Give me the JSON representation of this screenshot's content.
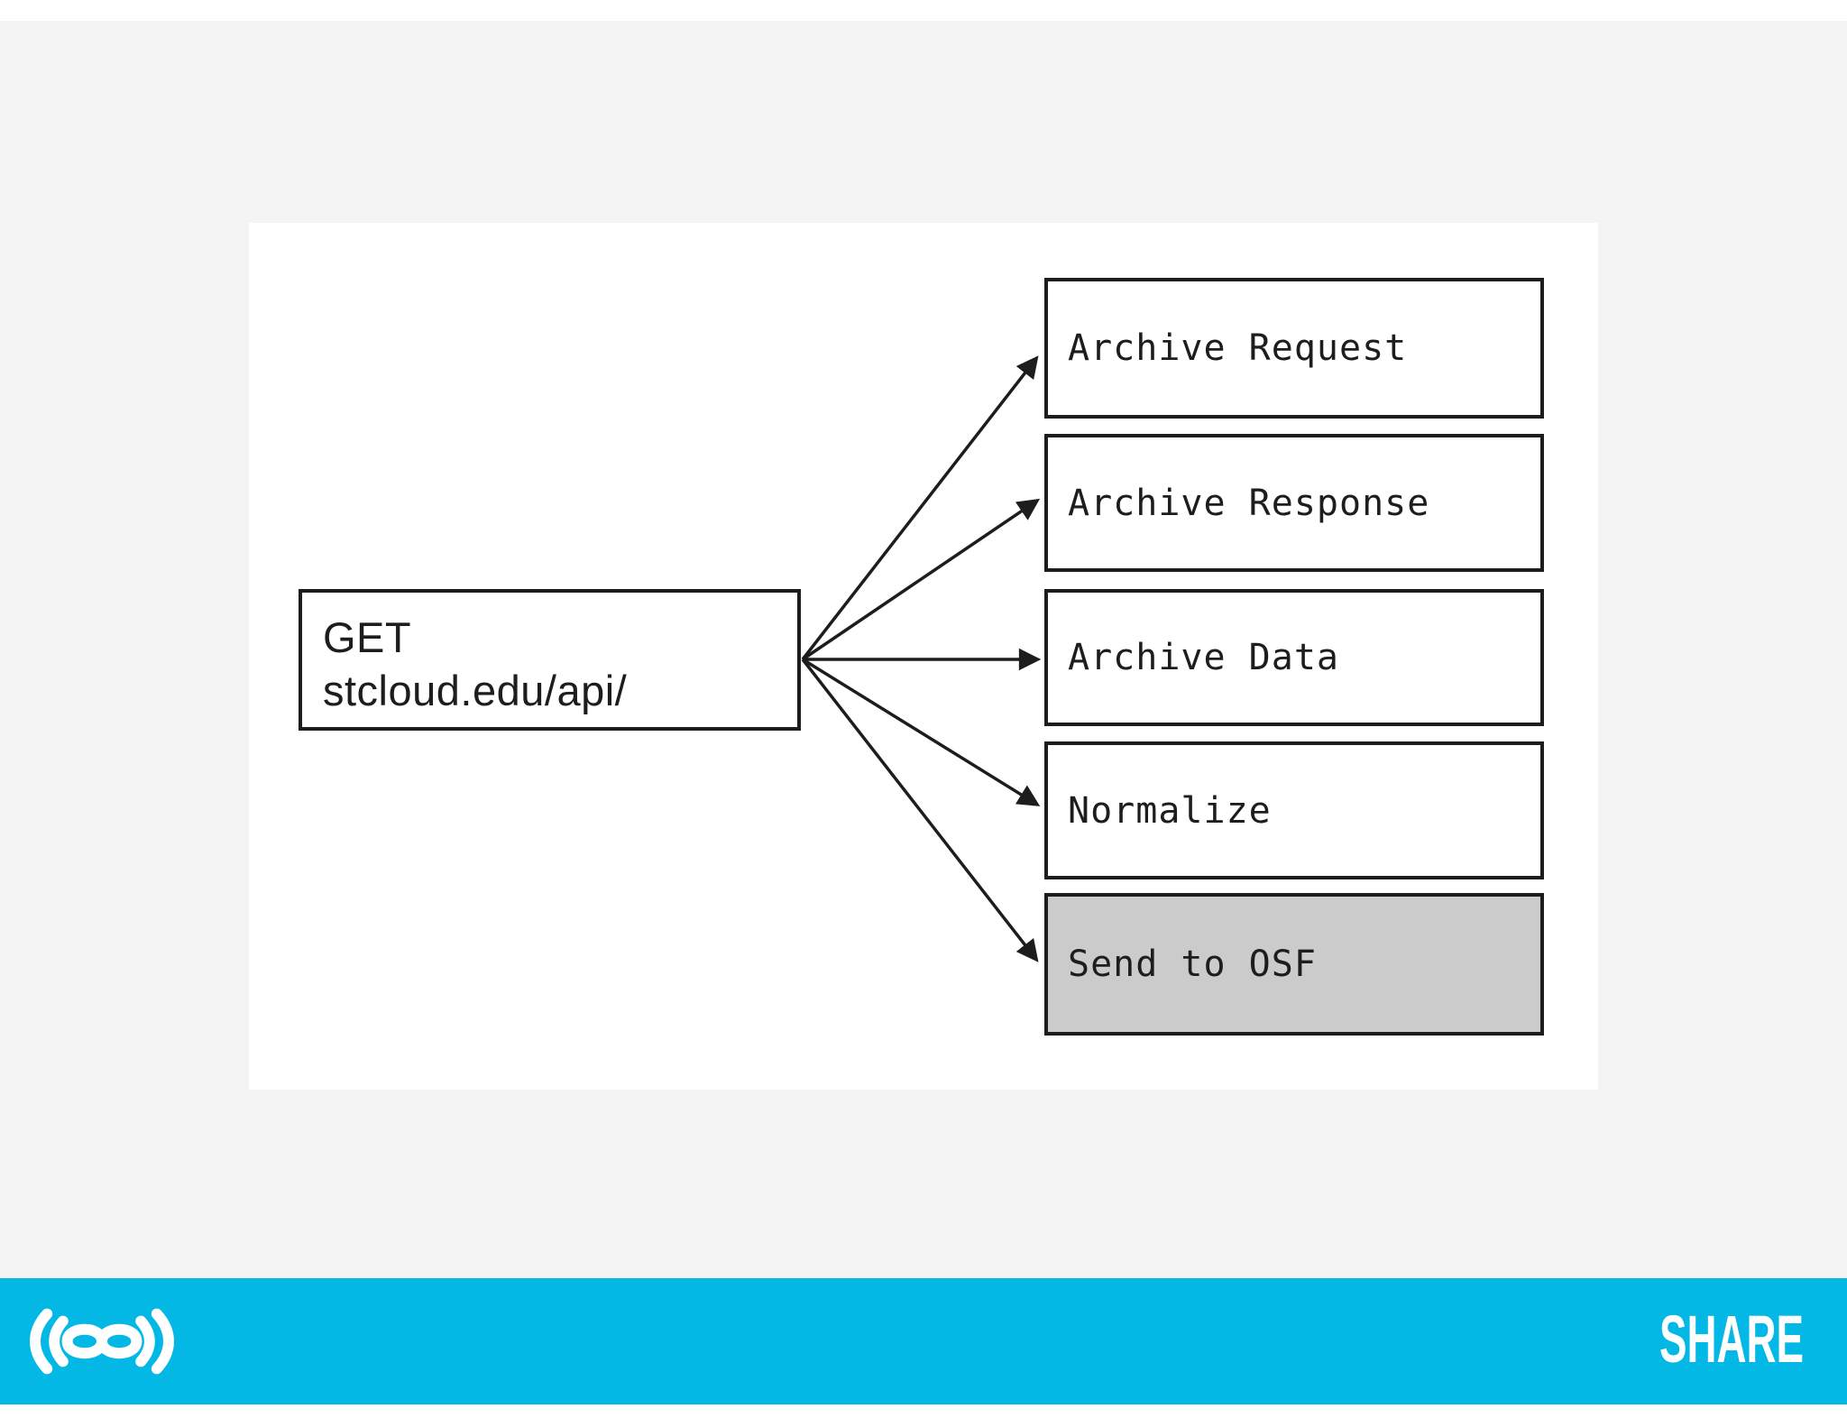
{
  "slide": {
    "source_box": {
      "method": "GET",
      "url": "stcloud.edu/api/"
    },
    "steps": [
      "Archive Request",
      "Archive Response",
      "Archive Data",
      "Normalize",
      "Send to OSF"
    ],
    "highlighted_step": "Send to OSF"
  },
  "footer": {
    "wordmark": "SHARE",
    "logo_icon": "share-infinity-logo"
  },
  "colors": {
    "page_background": "#f4f4f4",
    "panel_background": "#ffffff",
    "diagram_ink": "#1d1d1d",
    "highlighted_box_gray": "#cbcbcb",
    "footer_bar_cyan": "#04b8e5"
  }
}
